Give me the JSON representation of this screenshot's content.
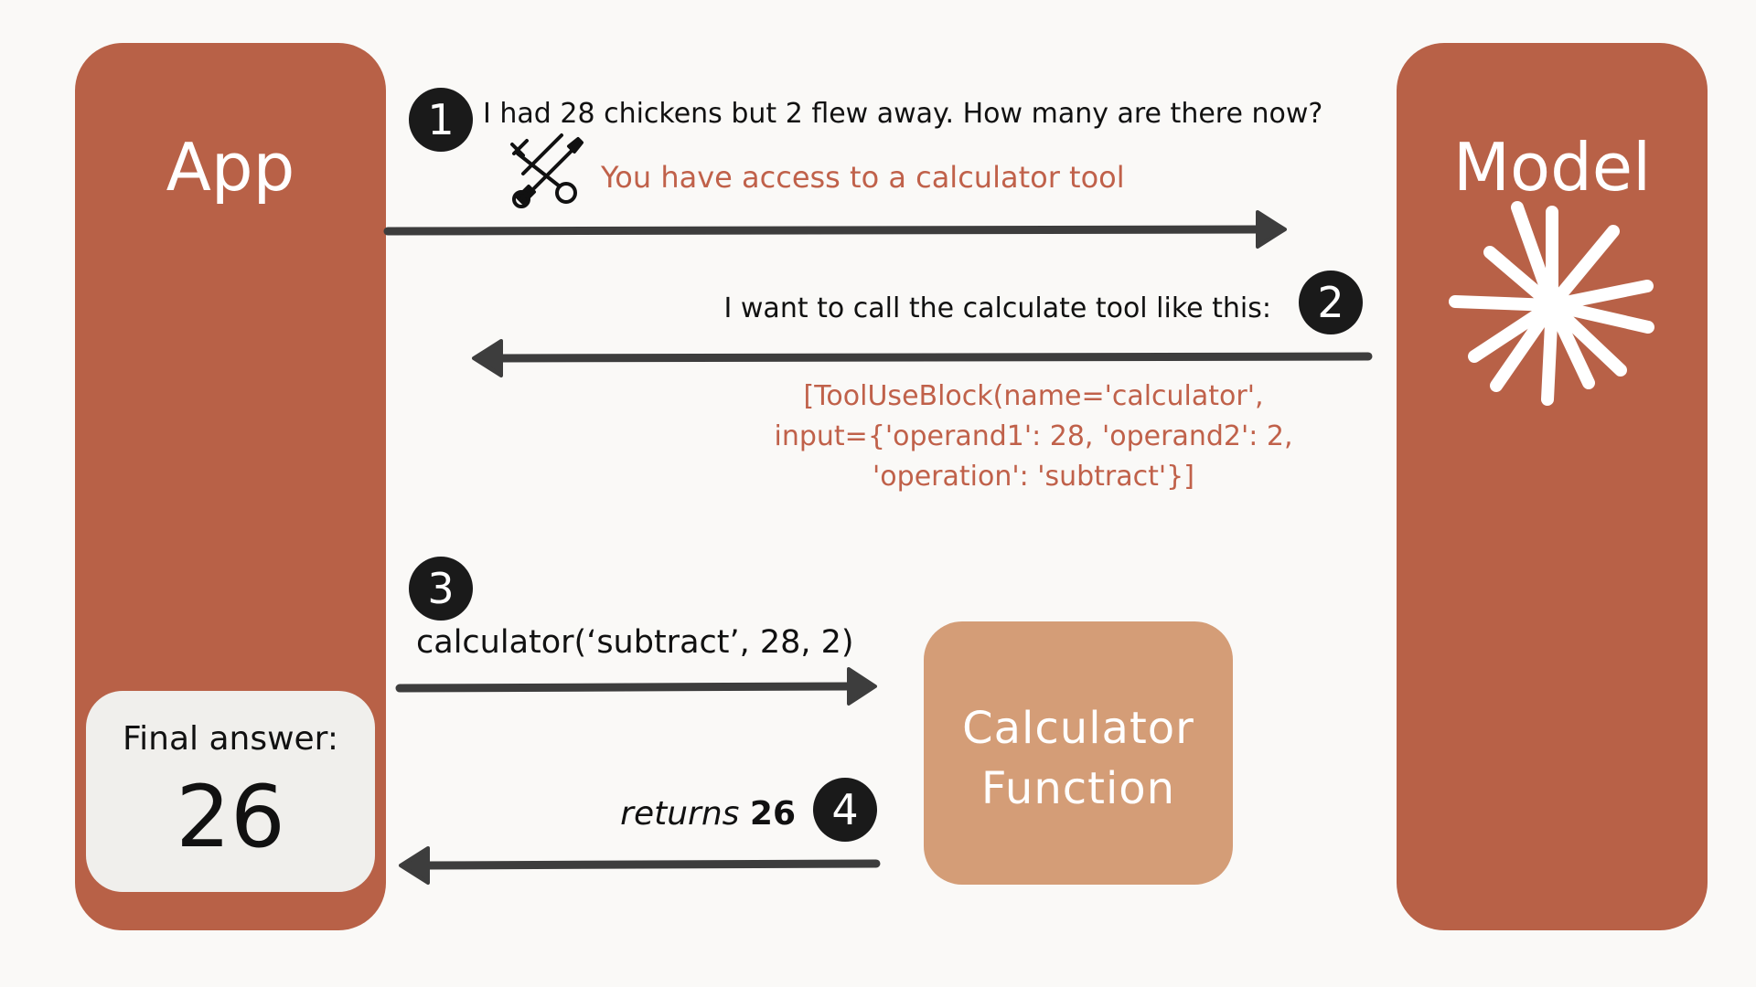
{
  "app": {
    "title": "App"
  },
  "model": {
    "title": "Model"
  },
  "steps": [
    {
      "number": "1",
      "text": "I had 28 chickens but 2 flew away. How many are there now?",
      "tool_note": "You have access to a calculator tool"
    },
    {
      "number": "2",
      "text": "I want to call the calculate tool like this:",
      "code_lines": [
        "[ToolUseBlock(name='calculator',",
        "input={'operand1': 28, 'operand2': 2,",
        "'operation': 'subtract'}]"
      ]
    },
    {
      "number": "3",
      "text": "calculator(‘subtract’, 28, 2)"
    },
    {
      "number": "4",
      "returns_word": "returns",
      "returns_value": "26"
    }
  ],
  "calculator": {
    "line1": "Calculator",
    "line2": "Function"
  },
  "final": {
    "label": "Final answer:",
    "value": "26"
  },
  "icons": {
    "tools": "wrench-screwdriver-icon",
    "model_logo": "starburst-icon"
  },
  "colors": {
    "panel": "#b86147",
    "calculator": "#d49d77",
    "final_box": "#f0efec",
    "accent_text": "#c0614a",
    "badge": "#1a1a1a",
    "arrow": "#3d3d3d",
    "background": "#faf9f7"
  }
}
